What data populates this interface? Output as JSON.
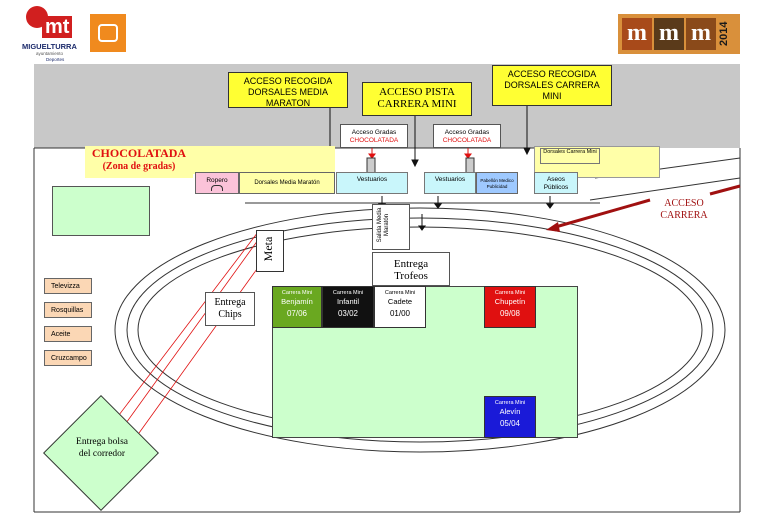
{
  "header": {
    "left_logo_brand": "MIGUELTURRA",
    "left_logo_sub1": "ayuntamiento",
    "left_logo_sub2": "Deportes",
    "left_logo_mark": "mt",
    "right_logo_year": "2014",
    "right_logo_letters": [
      "m",
      "m",
      "m"
    ]
  },
  "access_labels": {
    "media_maraton": "ACCESO RECOGIDA DORSALES MEDIA MARATON",
    "pista_mini": "ACCESO PISTA CARRERA MINI",
    "dorsales_mini": "ACCESO RECOGIDA DORSALES CARRERA MINI",
    "carrera": "ACCESO CARRERA"
  },
  "chocolatada": {
    "title": "CHOCOLATADA",
    "subtitle": "(Zona de gradas)"
  },
  "gradas": [
    {
      "title": "Acceso Gradas",
      "note": "CHOCOLATADA"
    },
    {
      "title": "Acceso Gradas",
      "note": "CHOCOLATADA"
    }
  ],
  "dorsales_mini_box": "Dorsales Carrera Mini",
  "building": {
    "ropero": "Ropero",
    "dorsales_media": "Dorsales Media Maratón",
    "vestuarios_1": "Vestuarios",
    "vestuarios_2": "Vestuarios",
    "pabellon": "Pabellón Medico Publicidad",
    "aseos": "Aseos Públicos"
  },
  "salida": "Salida Media Maratón",
  "meta": "Meta",
  "entrega_trofeos": "Entrega Trofeos",
  "entrega_chips": "Entrega Chips",
  "entrega_bolsa": "Entrega bolsa del corredor",
  "sponsors": [
    "Televizza",
    "Rosquillas",
    "Aceite",
    "Cruzcampo"
  ],
  "categories": [
    {
      "label": "Carrera Mini",
      "name": "Benjamín",
      "years": "07/06",
      "color": "#6aa820",
      "text": "#ffffff"
    },
    {
      "label": "Carrera Mini",
      "name": "Infantil",
      "years": "03/02",
      "color": "#111111",
      "text": "#ffffff"
    },
    {
      "label": "Carrera Mini",
      "name": "Cadete",
      "years": "01/00",
      "color": "#ffffff",
      "text": "#000000"
    },
    {
      "label": "Carrera Mini",
      "name": "Chupetín",
      "years": "09/08",
      "color": "#e01010",
      "text": "#ffffff"
    },
    {
      "label": "Carrera Mini",
      "name": "Alevín",
      "years": "05/04",
      "color": "#1a1ad8",
      "text": "#ffffff"
    }
  ],
  "colors": {
    "field_green": "#ccffcc",
    "arrow_red": "#a01010",
    "access_yellow": "#ffff33",
    "grey_zone": "#c8c8c8"
  }
}
